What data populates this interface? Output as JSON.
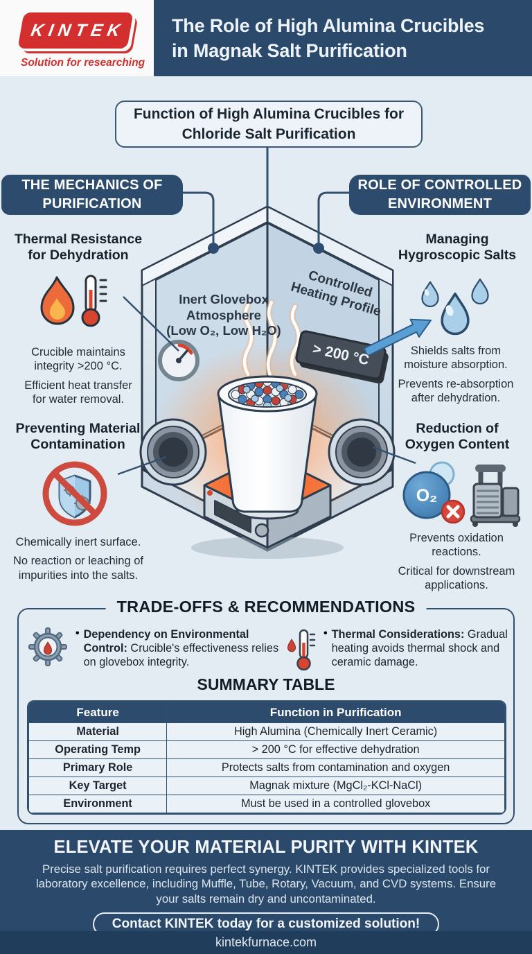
{
  "header": {
    "logo": "KINTEK",
    "tagline": "Solution for researching",
    "title": "The Role of High Alumina Crucibles\nin Magnak Salt Purification"
  },
  "function_box": {
    "label": "Function of High Alumina Crucibles for\nChloride Salt Purification"
  },
  "banners": {
    "left": "THE MECHANICS OF\nPURIFICATION",
    "right": "ROLE OF CONTROLLED\nENVIRONMENT"
  },
  "diagram": {
    "atmosphere_label": "Inert Glovebox\nAtmosphere\n(Low O₂, Low H₂O)",
    "heating_label": "Controlled\nHeating Profile",
    "temp_display": "> 200 °C",
    "o2_label": "O₂"
  },
  "left_column": {
    "thermal": {
      "heading": "Thermal Resistance\nfor Dehydration",
      "line1": "Crucible maintains\nintegrity >200 °C.",
      "line2": "Efficient heat transfer\nfor water removal."
    },
    "contamination": {
      "heading": "Preventing Material\nContamination",
      "line1": "Chemically inert surface.",
      "line2": "No reaction or leaching of\nimpurities into the salts."
    }
  },
  "right_column": {
    "hygroscopic": {
      "heading": "Managing\nHygroscopic Salts",
      "line1": "Shields salts from\nmoisture absorption.",
      "line2": "Prevents re-absorption\nafter dehydration."
    },
    "oxygen": {
      "heading": "Reduction of\nOxygen Content",
      "line1": "Prevents oxidation\nreactions.",
      "line2": "Critical for downstream\napplications."
    }
  },
  "tradeoffs": {
    "title": "TRADE-OFFS & RECOMMENDATIONS",
    "bullet": "•",
    "items": [
      {
        "lead": "Dependency on Environmental Control:",
        "rest": " Crucible's effectiveness relies on glovebox integrity."
      },
      {
        "lead": "Thermal Considerations:",
        "rest": " Gradual heating avoids thermal shock and ceramic damage."
      }
    ]
  },
  "summary_table": {
    "title": "SUMMARY TABLE",
    "headers": [
      "Feature",
      "Function in Purification"
    ],
    "rows": [
      [
        "Material",
        "High Alumina (Chemically Inert Ceramic)"
      ],
      [
        "Operating Temp",
        "> 200 °C for effective dehydration"
      ],
      [
        "Primary Role",
        "Protects salts from contamination and oxygen"
      ],
      [
        "Key Target",
        "Magnak mixture (MgCl₂-KCl-NaCl)"
      ],
      [
        "Environment",
        "Must be used in a controlled glovebox"
      ]
    ]
  },
  "footer": {
    "heading": "ELEVATE YOUR MATERIAL PURITY WITH KINTEK",
    "body": "Precise salt purification requires perfect synergy. KINTEK provides specialized tools for laboratory excellence, including Muffle, Tube, Rotary, Vacuum, and CVD systems. Ensure your salts remain dry and uncontaminated.",
    "cta": "Contact KINTEK today for a customized solution!",
    "website": "kintekfurnace.com"
  },
  "colors": {
    "navy": "#2b4a6b",
    "navy_dark": "#203d5b",
    "red": "#d32f2f",
    "accent_blue": "#5a9fd4",
    "page_bg": "#e4ecf3"
  }
}
